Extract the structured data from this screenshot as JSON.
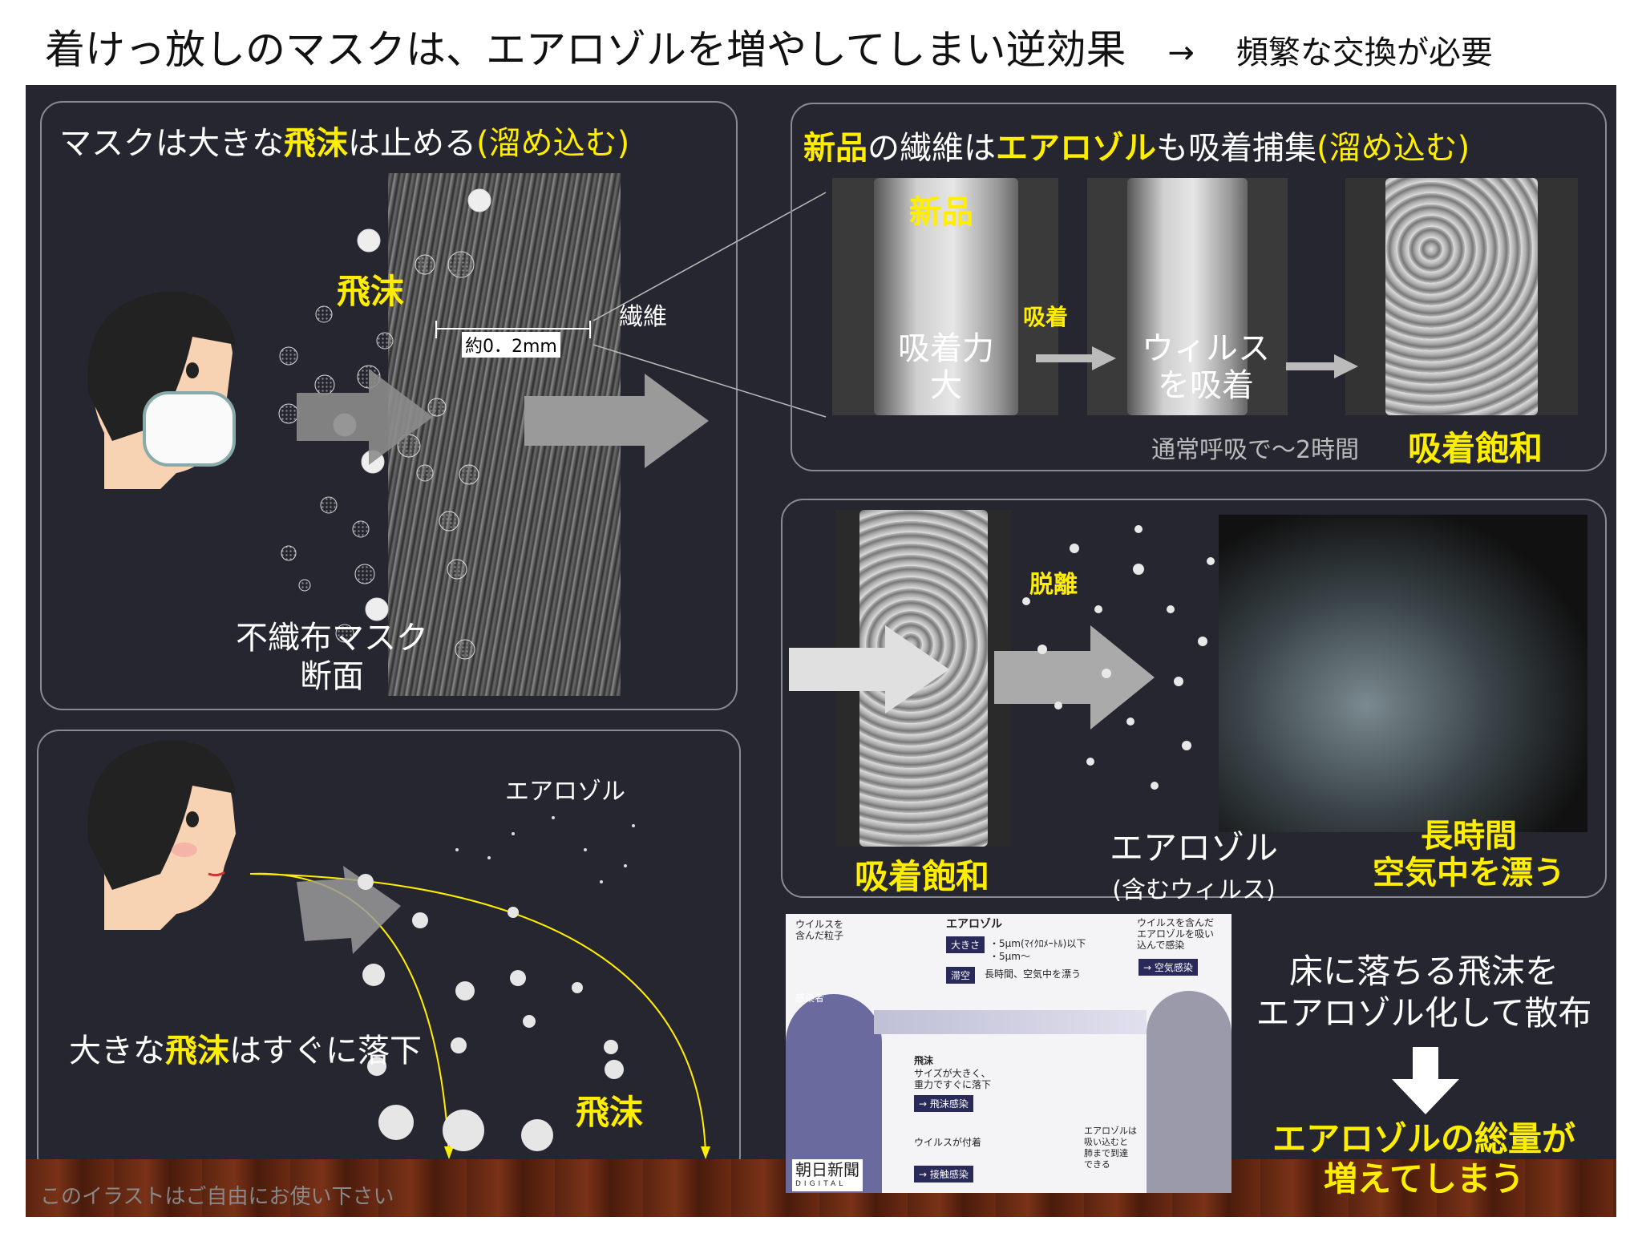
{
  "title": {
    "main": "着けっ放しのマスクは、エアロゾルを増やしてしまい逆効果",
    "arrow": "→",
    "sub": "頻繁な交換が必要"
  },
  "panel1": {
    "heading_pre": "マスクは大きな",
    "heading_hl": "飛沫",
    "heading_mid": "は止める",
    "heading_paren": "(溜め込む)",
    "droplet_label": "飛沫",
    "fiber_label": "繊維",
    "scale_label": "約0．2mm",
    "cross_section_line1": "不織布マスク",
    "cross_section_line2": "断面"
  },
  "panel2": {
    "heading_hl1": "新品",
    "heading_mid1": "の繊維は",
    "heading_hl2": "エアロゾル",
    "heading_mid2": "も吸着捕集",
    "heading_paren": "(溜め込む)",
    "new_label": "新品",
    "adsorb_label": "吸着",
    "force_line1": "吸着力",
    "force_line2": "大",
    "virus_line1": "ウィルス",
    "virus_line2": "を吸着",
    "time_note": "通常呼吸で～2時間",
    "saturation": "吸着飽和"
  },
  "panel3": {
    "detach_label": "脱離",
    "saturation": "吸着飽和",
    "aerosol_line1": "エアロゾル",
    "aerosol_line2": "(含むウィルス)",
    "drift_line1": "長時間",
    "drift_line2": "空気中を漂う"
  },
  "panel4": {
    "aerosol_label": "エアロゾル",
    "fall_pre": "大きな",
    "fall_hl": "飛沫",
    "fall_post": "はすぐに落下",
    "droplet_label": "飛沫"
  },
  "inset": {
    "virus_particle": "ウイルスを\n含んだ粒子",
    "aerosol_title": "エアロゾル",
    "size_tag": "大きさ",
    "size_aerosol": "・5μm(ﾏｲｸﾛﾒｰﾄﾙ)以下",
    "size_droplet": "・5μm～",
    "float_tag": "滞空",
    "float_text": "長時間、空気中を漂う",
    "infect_intro": "ウイルスを含んだ\nエアロゾルを吸い\n込んで感染",
    "airborne": "→ 空気感染",
    "infected": "感染者",
    "droplet_title": "飛沫",
    "droplet_desc": "サイズが大きく、\n重力ですぐに落下",
    "droplet_infect": "→ 飛沫感染",
    "attach": "ウイルスが付着",
    "contact": "→ 接触感染",
    "lung_note": "エアロゾルは\n吸い込むと\n肺まで到達\nできる",
    "logo": "朝日新聞",
    "logo_sub": "DIGITAL"
  },
  "right_text": {
    "line1": "床に落ちる飛沫を",
    "line2": "エアロゾル化して散布",
    "result_line1": "エアロゾルの総量が",
    "result_line2": "増えてしまう"
  },
  "footer": {
    "free_use": "このイラストはご自由にお使い下さい"
  },
  "colors": {
    "background": "#262630",
    "highlight": "#ffee00",
    "panel_border": "#8a8a92",
    "floor": "#6b2a14"
  }
}
